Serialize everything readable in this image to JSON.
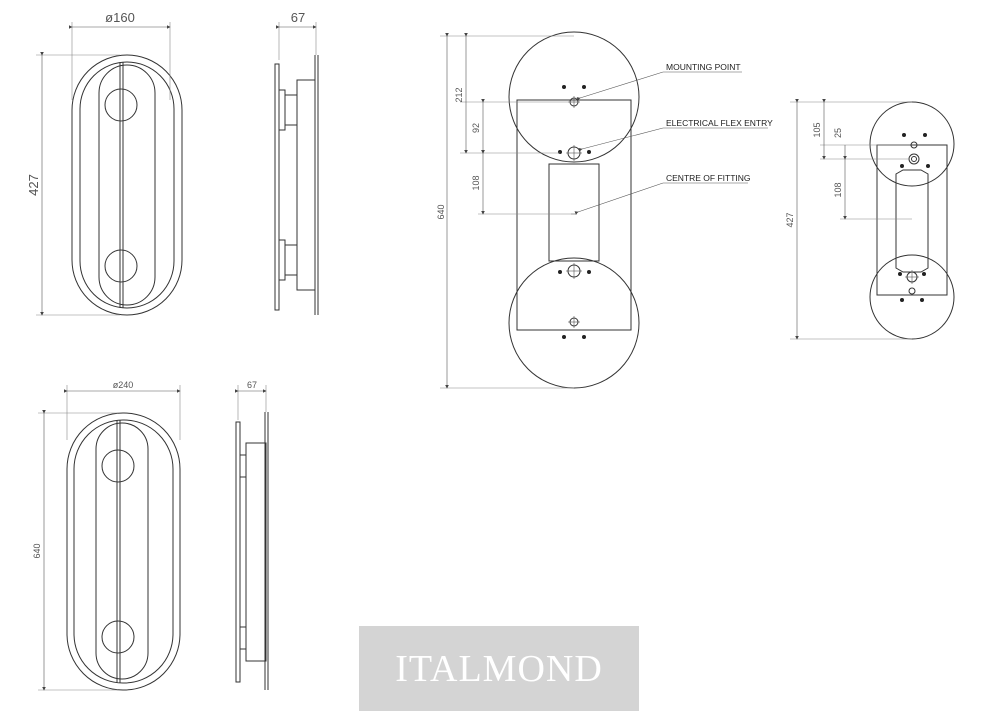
{
  "brand": {
    "name": "ITALMOND"
  },
  "views": {
    "small_front": {
      "diameter_label": "ø160",
      "height_label": "427"
    },
    "small_side": {
      "depth_label": "67"
    },
    "large_front": {
      "diameter_label": "ø240",
      "height_label": "640"
    },
    "large_side": {
      "depth_label": "67"
    },
    "large_back": {
      "height_label": "640",
      "dim_top": "212",
      "dim_mid": "92",
      "dim_low": "108",
      "callouts": {
        "mounting_point": "MOUNTING POINT",
        "electrical_flex_entry": "ELECTRICAL FLEX ENTRY",
        "centre_of_fitting": "CENTRE OF FITTING"
      }
    },
    "small_back": {
      "height_label": "427",
      "dim_top": "105",
      "dim_mid": "25",
      "dim_low": "108"
    }
  }
}
